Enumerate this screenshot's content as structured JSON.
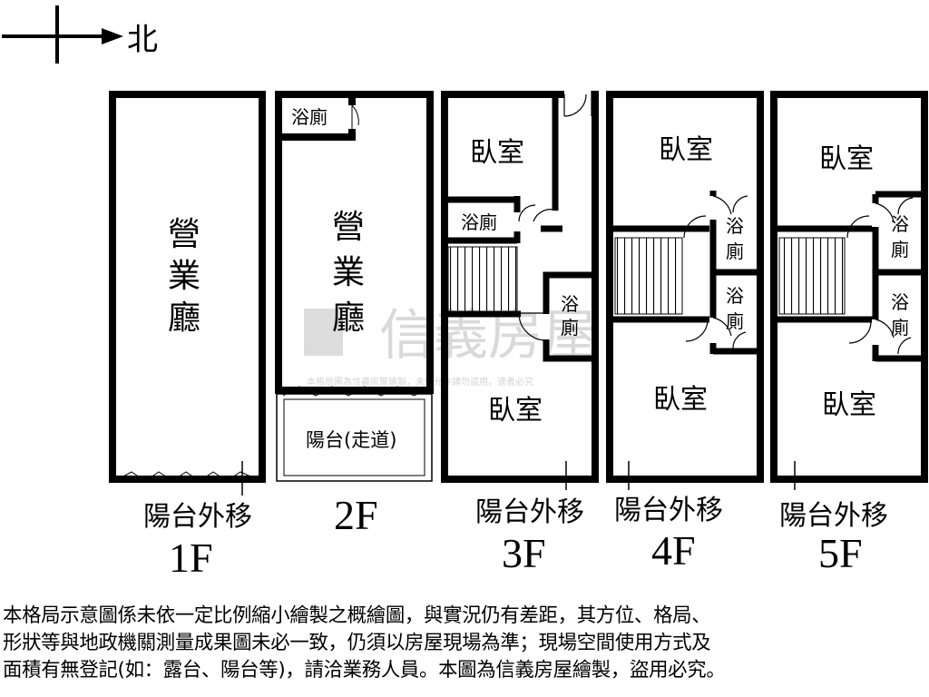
{
  "compass": {
    "label": "北"
  },
  "watermark": {
    "brand": "信義房屋",
    "notice": "本格局圖為信義房屋繪製，未經允許請勿盜用，違者必究"
  },
  "floors": [
    {
      "level": "1F",
      "balcony_label": "陽台外移",
      "rooms": {
        "hall": [
          "營",
          "業",
          "廳"
        ]
      }
    },
    {
      "level": "2F",
      "rooms": {
        "bath": "浴廁",
        "hall": [
          "營",
          "業",
          "廳"
        ],
        "balcony": "陽台(走道)"
      }
    },
    {
      "level": "3F",
      "balcony_label": "陽台外移",
      "rooms": {
        "bedroom_top": "臥室",
        "bath_left": "浴廁",
        "bath_right": [
          "浴",
          "廁"
        ],
        "bedroom_bottom": "臥室"
      }
    },
    {
      "level": "4F",
      "balcony_label": "陽台外移",
      "rooms": {
        "bedroom_top": "臥室",
        "bath_upper": [
          "浴",
          "廁"
        ],
        "bath_lower": [
          "浴",
          "廁"
        ],
        "bedroom_bottom": "臥室"
      }
    },
    {
      "level": "5F",
      "balcony_label": "陽台外移",
      "rooms": {
        "bedroom_top": "臥室",
        "bath_upper": [
          "浴",
          "廁"
        ],
        "bath_lower": [
          "浴",
          "廁"
        ],
        "bedroom_bottom": "臥室"
      }
    }
  ],
  "disclaimer": [
    "本格局示意圖係未依一定比例縮小繪製之概繪圖，與實況仍有差距，其方位、格局、",
    "形狀等與地政機關測量成果圖未必一致，仍須以房屋現場為準；現場空間使用方式及",
    "面積有無登記(如：露台、陽台等)，請洽業務人員。本圖為信義房屋繪製，盜用必究。"
  ]
}
